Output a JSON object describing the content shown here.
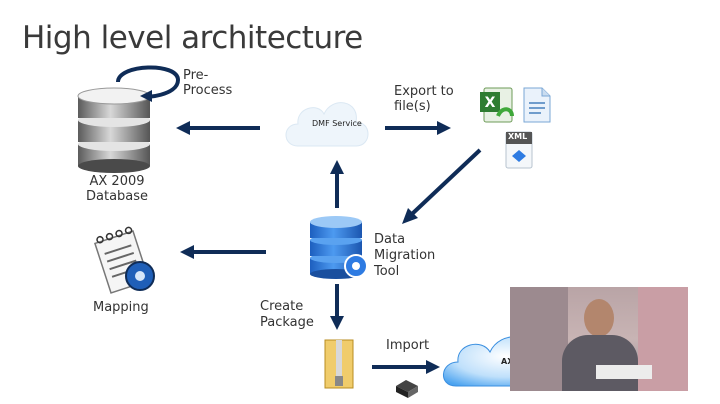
{
  "slide": {
    "title": "High level architecture",
    "labels": {
      "pre_process": "Pre-\nProcess",
      "ax_db": "AX 2009\nDatabase",
      "dmf_service": "DMF Service",
      "export": "Export to\nfile(s)",
      "xml": "XML",
      "dmt": "Data\nMigration\nTool",
      "mapping": "Mapping",
      "create_package": "Create\nPackage",
      "import": "Import",
      "ax7": "AX7"
    }
  },
  "colors": {
    "arrow": "#0f2c57",
    "db_blue": "#2e7be2",
    "db_gray": "#8c8c8c",
    "text": "#333333"
  },
  "icons": [
    "database-gray-icon",
    "refresh-loop-icon",
    "cloud-icon",
    "excel-file-icon",
    "document-file-icon",
    "xml-file-icon",
    "database-gear-icon",
    "notebook-gear-icon",
    "zip-folder-icon",
    "package-icon",
    "cloud-ax7-icon"
  ]
}
